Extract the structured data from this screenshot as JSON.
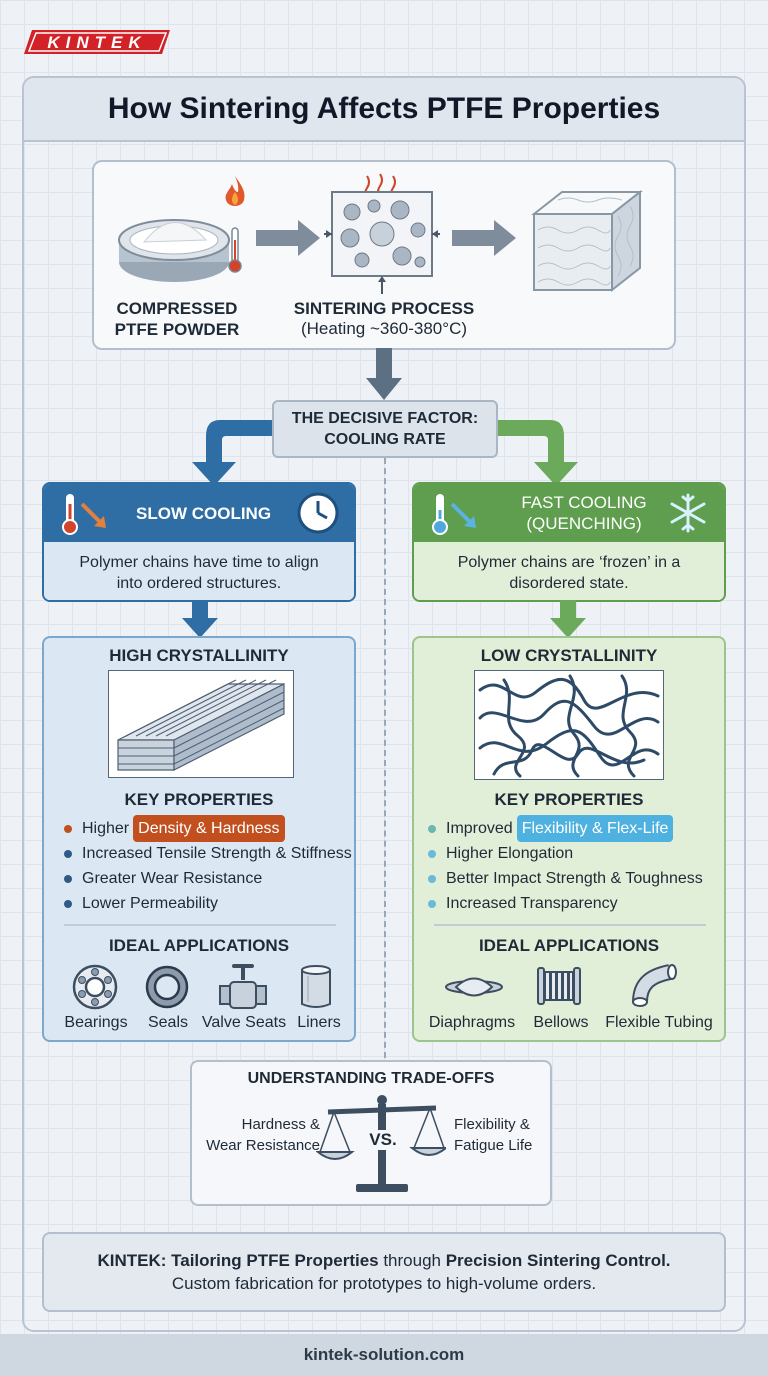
{
  "brand": {
    "logo_text": "KINTEK",
    "accent": "#d32128"
  },
  "title": "How Sintering Affects PTFE Properties",
  "process": {
    "step1_line1": "COMPRESSED",
    "step1_line2": "PTFE POWDER",
    "step2_line1": "SINTERING PROCESS",
    "step2_line2": "(Heating ~360-380°C)"
  },
  "decisive": {
    "line1": "THE DECISIVE FACTOR:",
    "line2": "COOLING RATE"
  },
  "slow": {
    "heading": "SLOW COOLING",
    "desc_line1": "Polymer chains have time to align",
    "desc_line2": "into ordered structures.",
    "result_title": "HIGH CRYSTALLINITY",
    "kp_title": "KEY PROPERTIES",
    "kp1_prefix": "Higher",
    "kp1_highlight": "Density & Hardness",
    "kp2": "Increased Tensile Strength & Stiffness",
    "kp3": "Greater Wear Resistance",
    "kp4": "Lower Permeability",
    "apps_title": "IDEAL APPLICATIONS",
    "apps": [
      "Bearings",
      "Seals",
      "Valve Seats",
      "Liners"
    ],
    "color": "#2f6ea5"
  },
  "fast": {
    "heading_line1": "FAST COOLING",
    "heading_line2": "(QUENCHING)",
    "desc_line1": "Polymer chains are ‘frozen’ in a",
    "desc_line2": "disordered state.",
    "result_title": "LOW CRYSTALLINITY",
    "kp_title": "KEY PROPERTIES",
    "kp1_prefix": "Improved",
    "kp1_highlight": "Flexibility & Flex-Life",
    "kp2": "Higher Elongation",
    "kp3": "Better Impact Strength & Toughness",
    "kp4": "Increased Transparency",
    "apps_title": "IDEAL APPLICATIONS",
    "apps": [
      "Diaphragms",
      "Bellows",
      "Flexible Tubing"
    ],
    "color": "#5e9e4e"
  },
  "tradeoffs": {
    "title": "UNDERSTANDING TRADE-OFFS",
    "left_line1": "Hardness &",
    "left_line2": "Wear Resistance",
    "vs": "VS.",
    "right_line1": "Flexibility &",
    "right_line2": "Fatigue Life"
  },
  "footer": {
    "bold1": "KINTEK: Tailoring PTFE Properties",
    "mid": " through ",
    "bold2": "Precision Sintering Control.",
    "line2": "Custom fabrication for prototypes to high-volume orders.",
    "url": "kintek-solution.com"
  },
  "icons": {
    "flame": "flame-icon",
    "thermometer": "thermometer-icon",
    "clock": "clock-icon",
    "snowflake": "snowflake-icon",
    "bearing": "bearing-icon",
    "seal": "seal-icon",
    "valve": "valve-icon",
    "liner": "liner-icon",
    "diaphragm": "diaphragm-icon",
    "bellows": "bellows-icon",
    "tubing": "tubing-icon",
    "scale": "balance-scale-icon"
  }
}
